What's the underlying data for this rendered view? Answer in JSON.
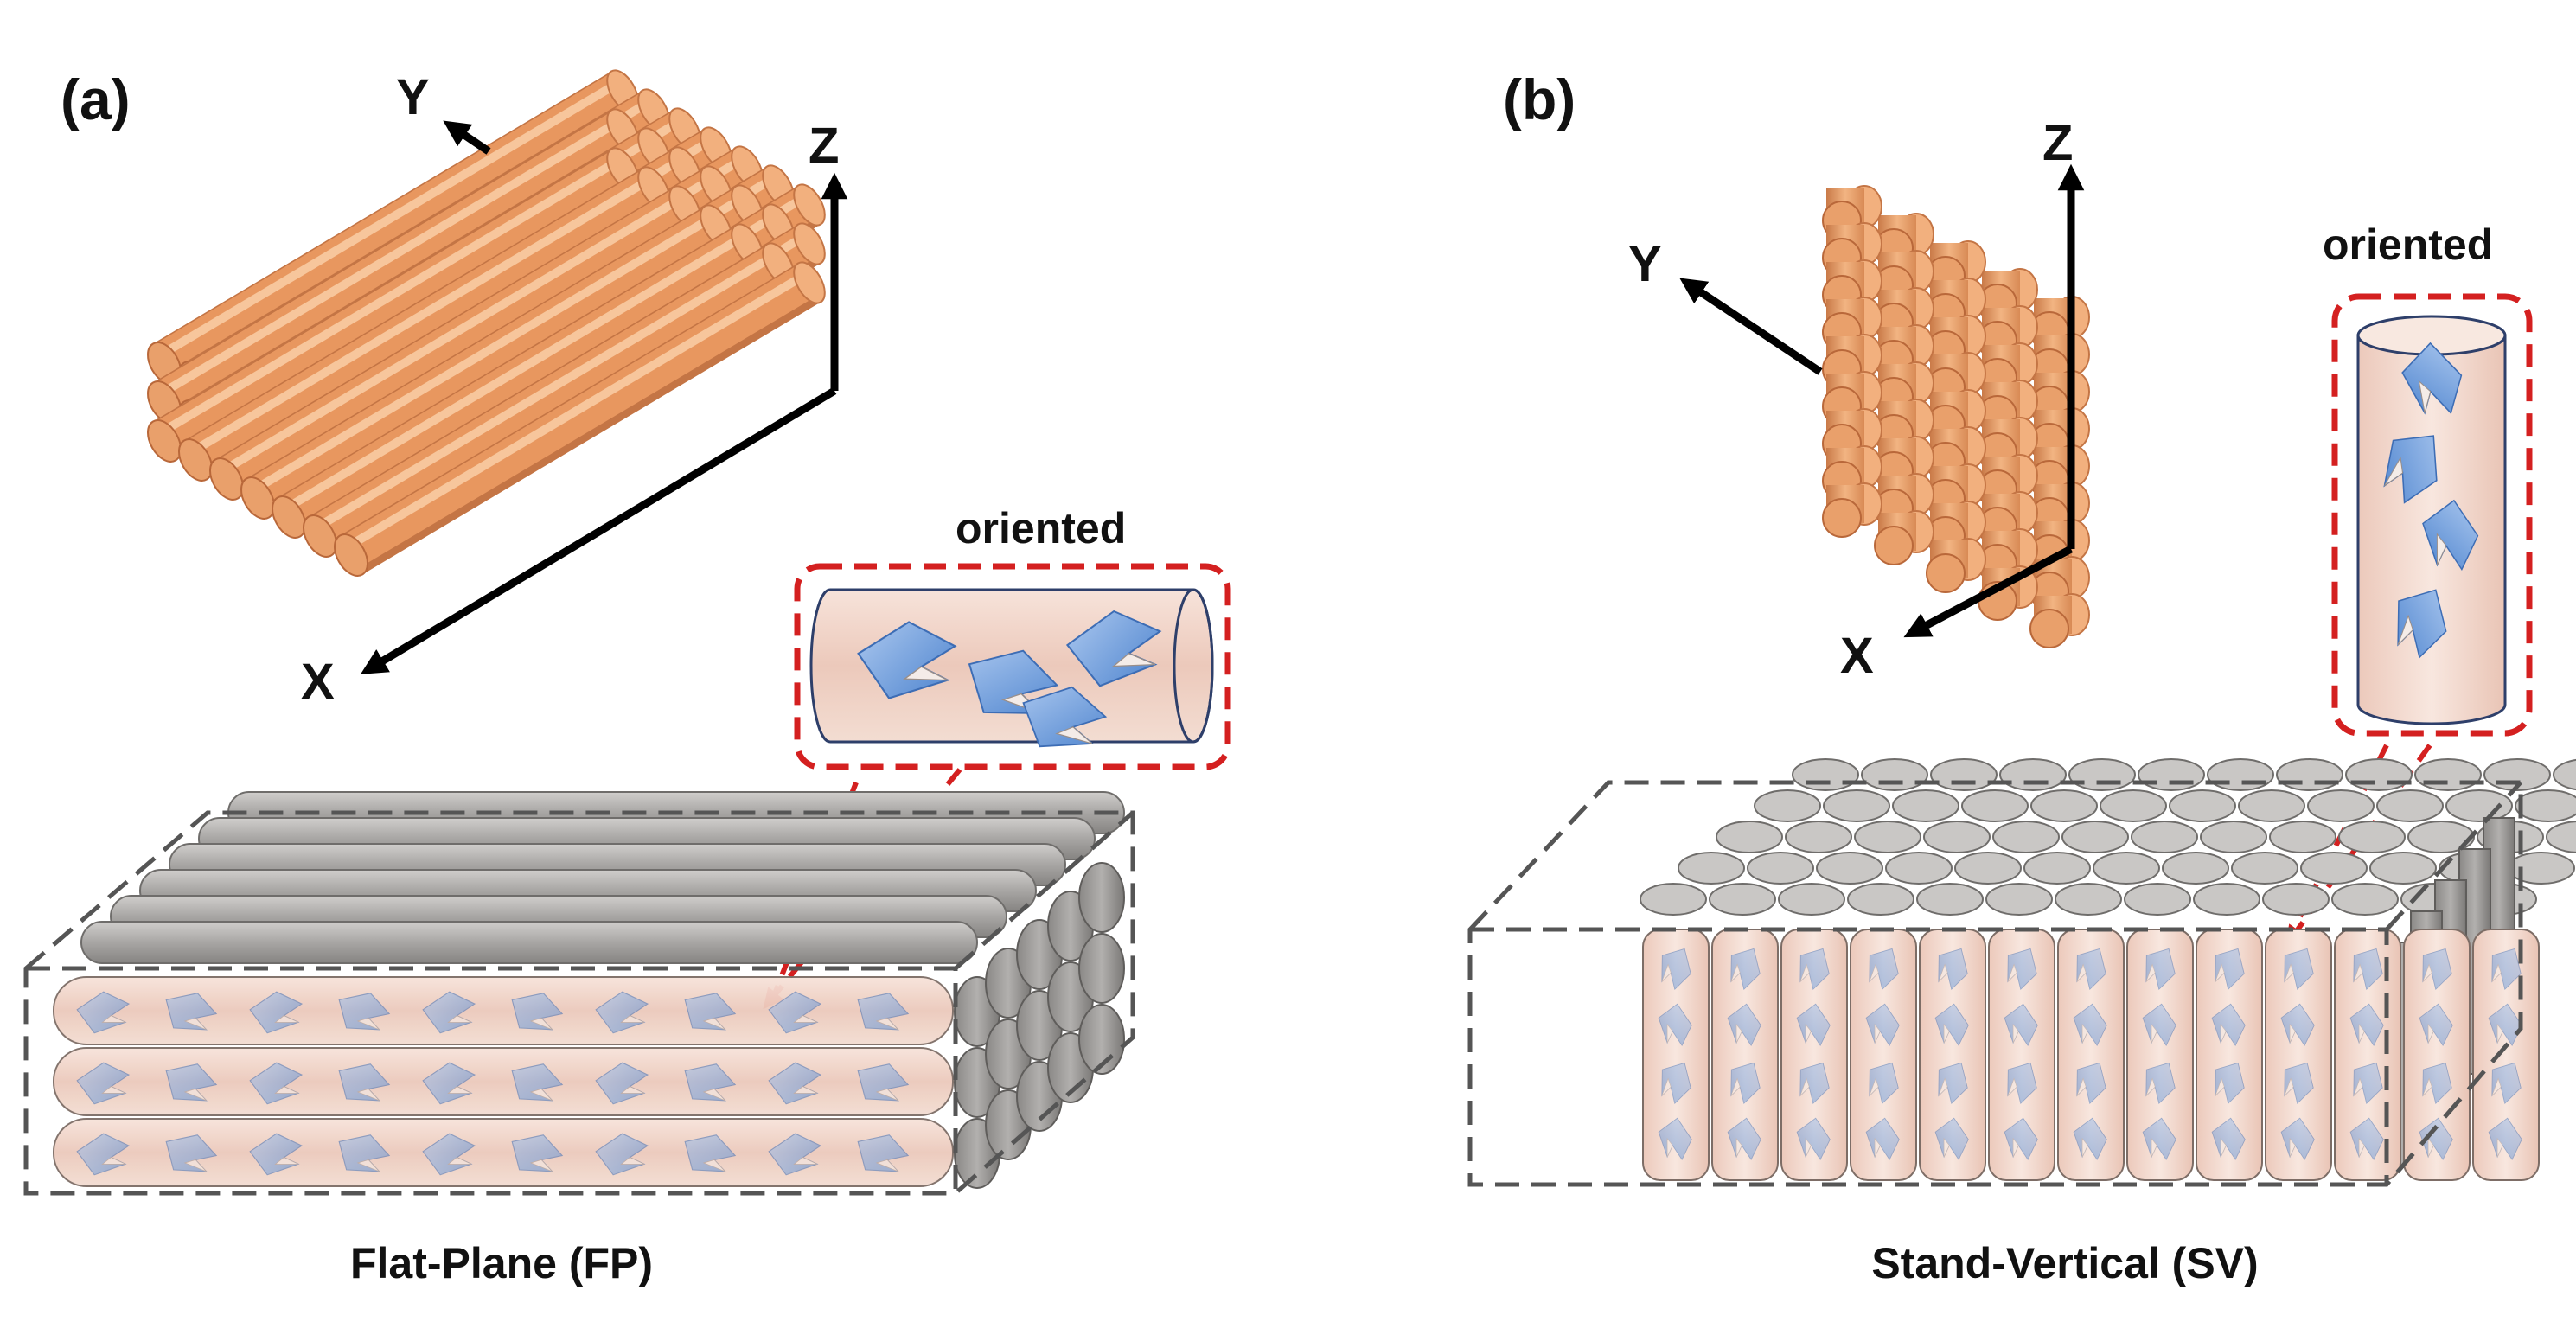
{
  "panels": [
    {
      "label": "(a)",
      "caption": "Flat-Plane (FP)",
      "axes": {
        "x": "X",
        "y": "Y",
        "z": "Z"
      },
      "callout": "oriented"
    },
    {
      "label": "(b)",
      "caption": "Stand-Vertical (SV)",
      "axes": {
        "x": "X",
        "y": "Y",
        "z": "Z"
      },
      "callout": "oriented"
    }
  ],
  "colors": {
    "fiber_orange": "#e8975f",
    "fiber_orange_light": "#f5bf92",
    "fiber_orange_dark": "#c97a48",
    "fiber_gray": "#a8a6a4",
    "fiber_gray_light": "#c6c4c2",
    "fiber_gray_dark": "#858381",
    "block_fill": "#f4dccf",
    "flake_blue": "#6f9fda",
    "flake_blue_light": "#a9c6ee",
    "callout_border": "#d42020",
    "outline": "#555555"
  },
  "icons": [
    "x-axis-arrow-icon",
    "y-axis-arrow-icon",
    "z-axis-arrow-icon",
    "fiber-bundle-icon",
    "flake-icon"
  ]
}
